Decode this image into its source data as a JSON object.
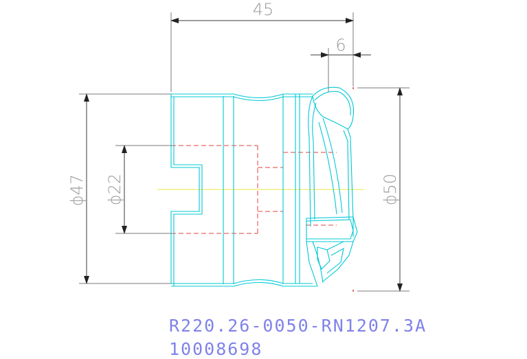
{
  "dimensions": {
    "overall_length": "45",
    "insert_width": "6",
    "shank_diameter": "ϕ47",
    "bore_diameter": "ϕ22",
    "cutting_diameter": "ϕ50"
  },
  "part": {
    "designation": "R220.26-0050-RN1207.3A",
    "item_number": "10008698"
  },
  "colors": {
    "outline": "#00c8d6",
    "hidden_lines": "#e04040",
    "center_line": "#e8e840",
    "label": "#7f82e8",
    "dimension_lines": "#3a3a3a"
  }
}
